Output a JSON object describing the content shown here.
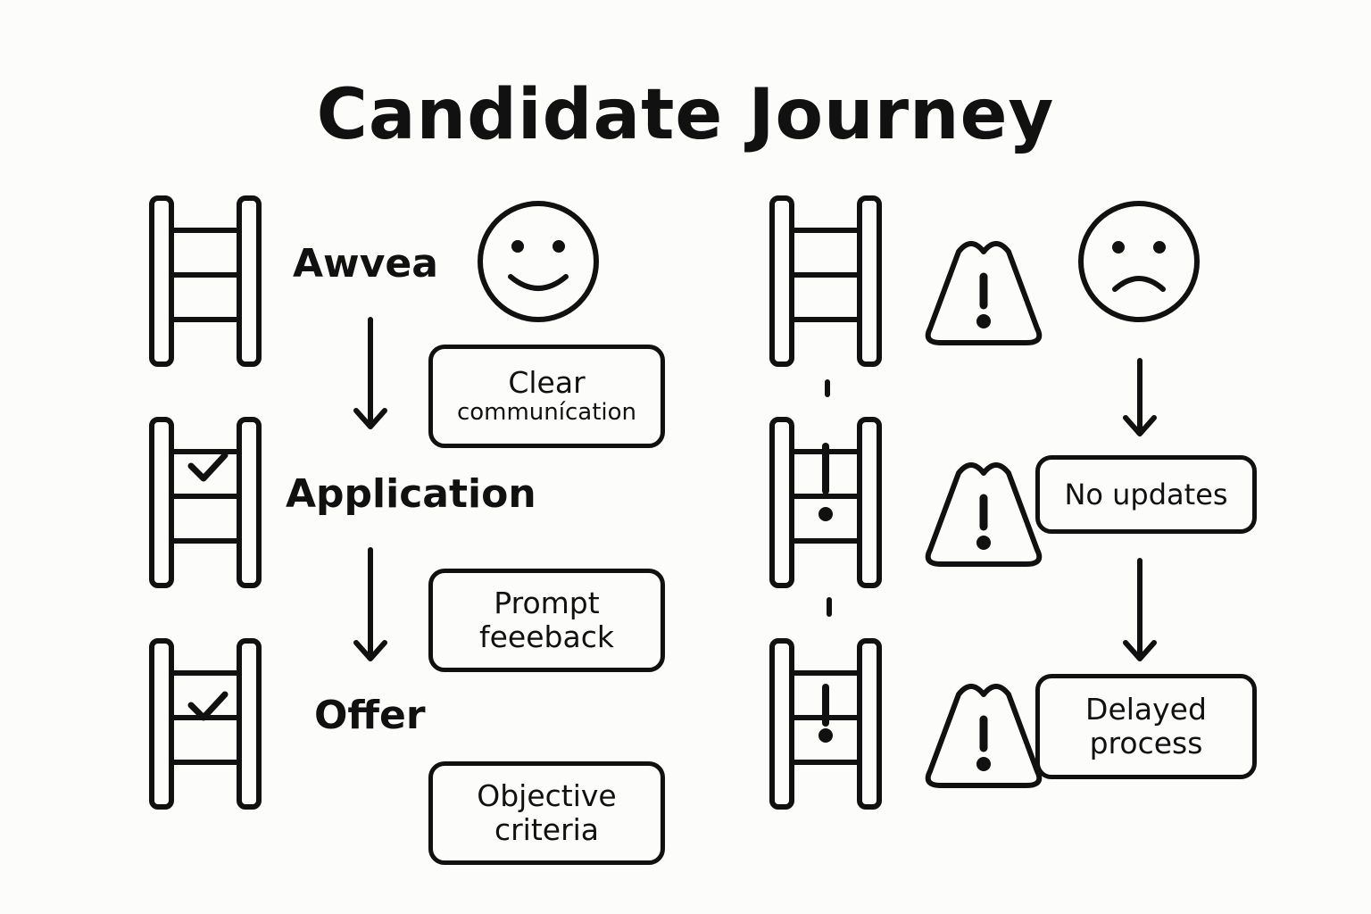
{
  "title": "Candidate Journey",
  "colors": {
    "ink": "#111111",
    "background": "#fcfcfa"
  },
  "left_column": {
    "stages": [
      {
        "label": "Awvea",
        "icon": "ladder-icon"
      },
      {
        "label": "Application",
        "icon": "ladder-check-icon"
      },
      {
        "label": "Offer",
        "icon": "ladder-check-icon"
      }
    ],
    "mood_icon": "smiley-face-icon",
    "boxes": [
      {
        "lines": [
          "Clear",
          "communícation"
        ]
      },
      {
        "lines": [
          "Prompt",
          "feeeback"
        ]
      },
      {
        "lines": [
          "Objective",
          "criteria"
        ]
      }
    ]
  },
  "right_column": {
    "stage_icons": [
      "ladder-icon",
      "ladder-exclamation-icon",
      "ladder-exclamation-icon"
    ],
    "mood_icon": "sad-face-icon",
    "warning_icon": "warning-triangle-icon",
    "boxes": [
      {
        "lines": [
          "No updates"
        ]
      },
      {
        "lines": [
          "Delayed",
          "process"
        ]
      }
    ]
  }
}
